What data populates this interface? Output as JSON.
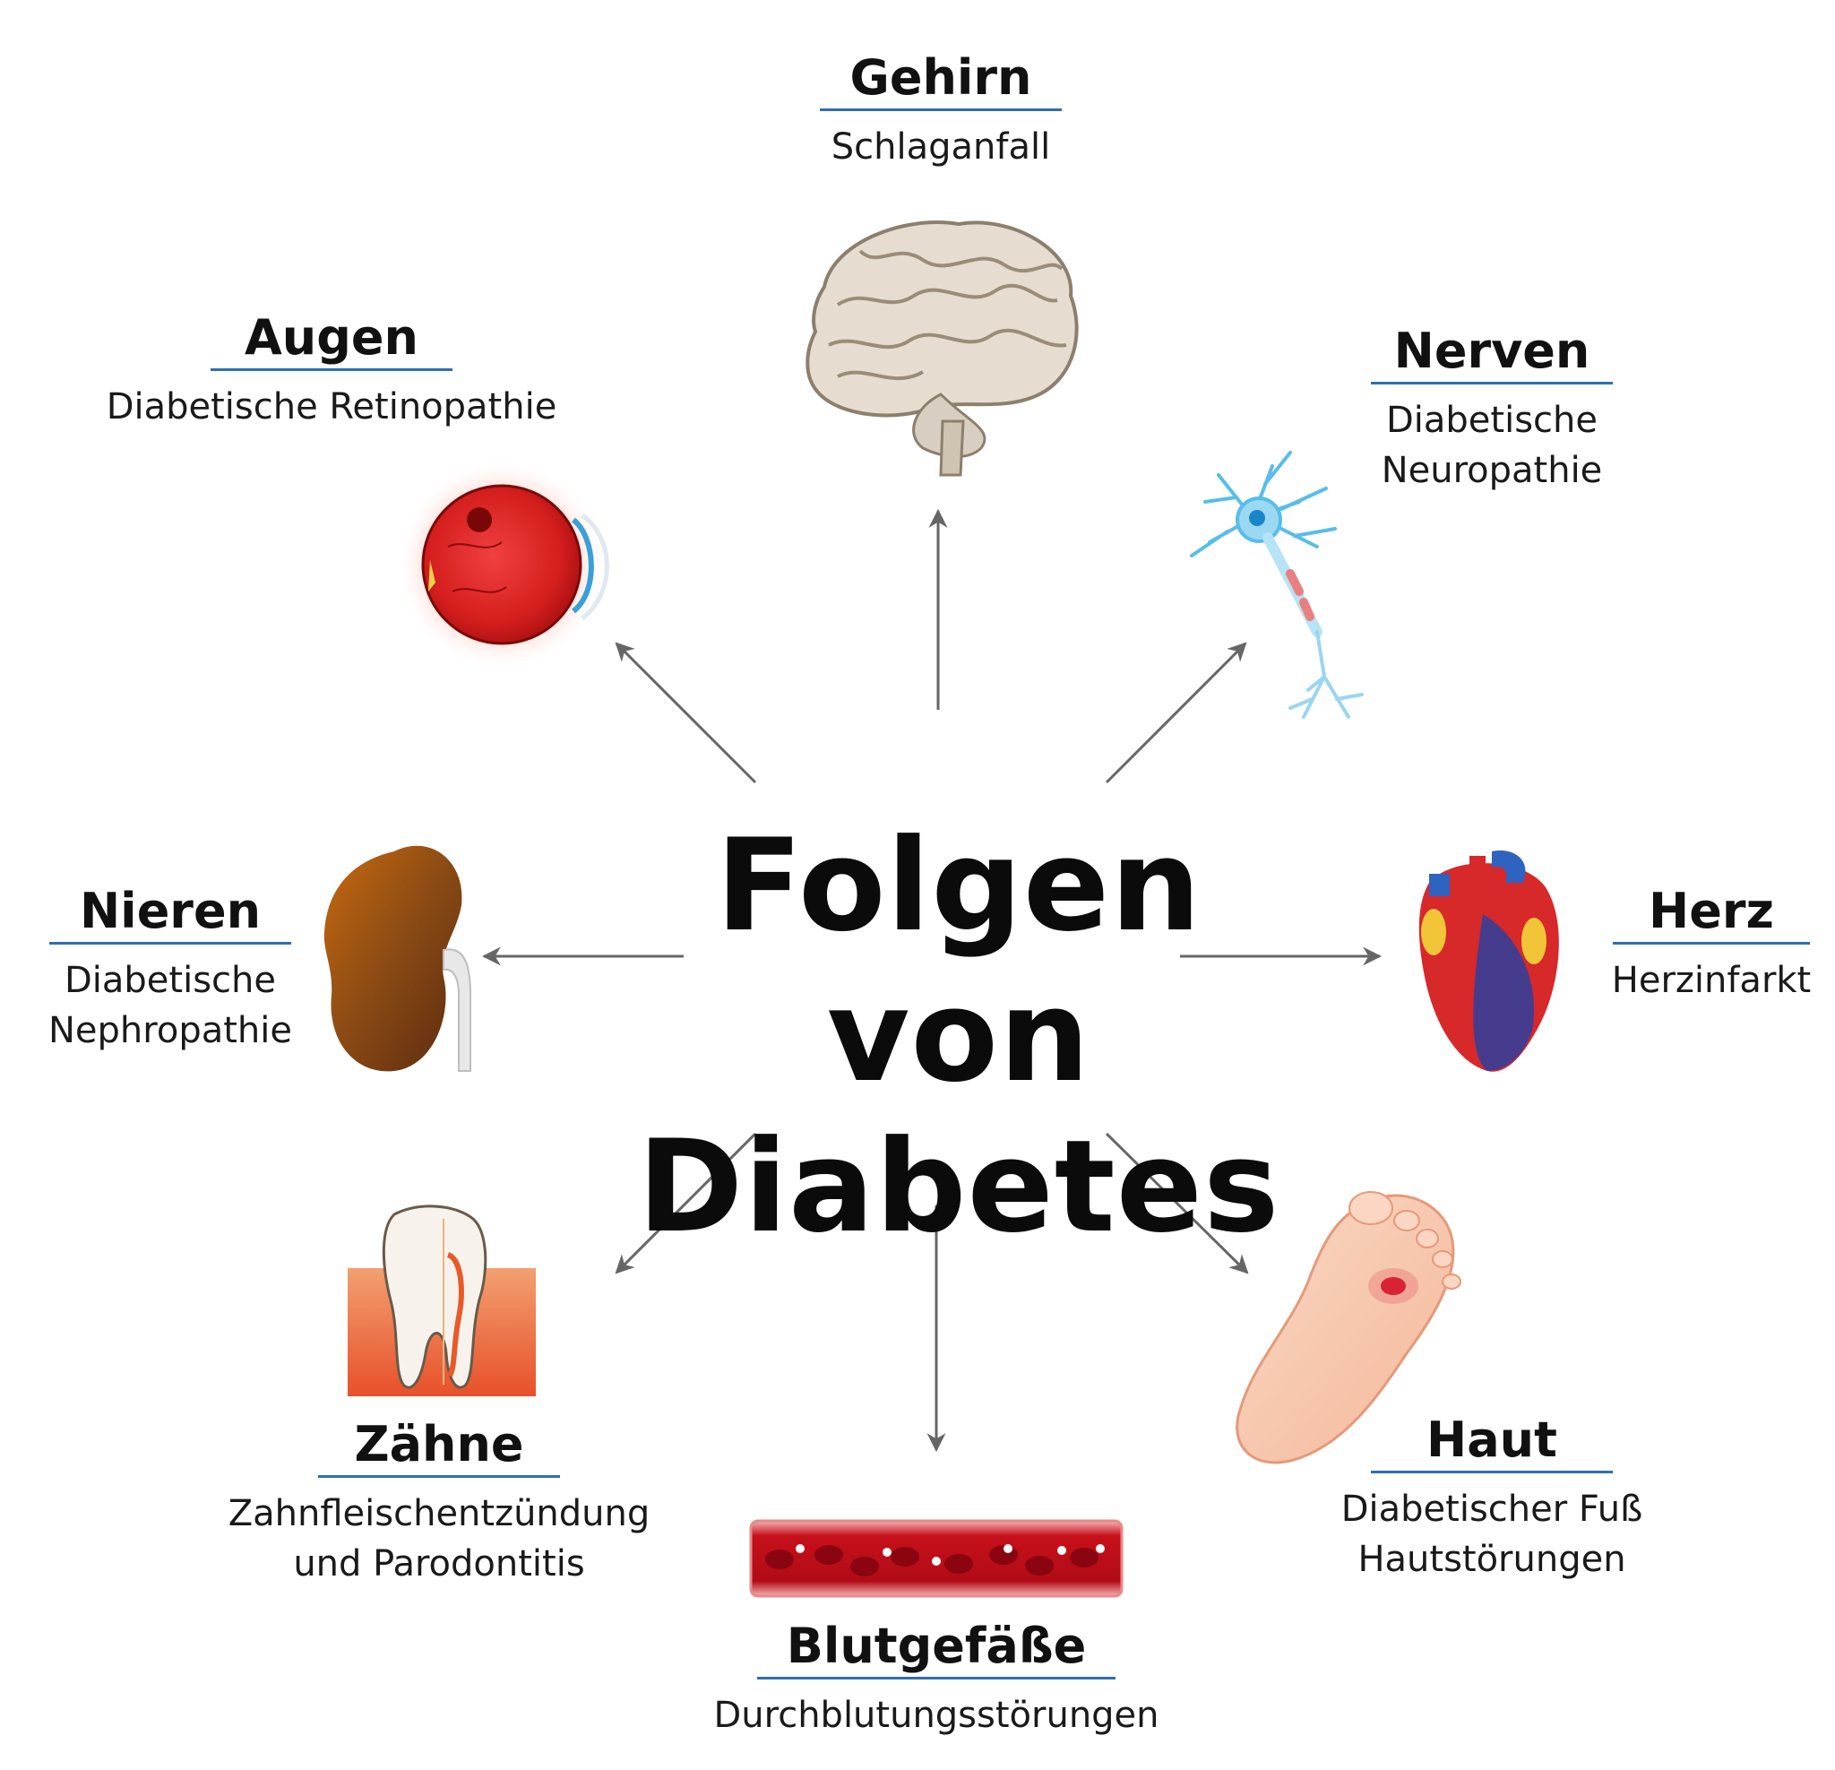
{
  "center_title": {
    "line1": "Folgen von",
    "line2": "Diabetes"
  },
  "nodes": {
    "gehirn": {
      "title": "Gehirn",
      "lines": [
        "Schlaganfall"
      ],
      "icon": "brain-icon"
    },
    "nerven": {
      "title": "Nerven",
      "lines": [
        "Diabetische",
        "Neuropathie"
      ],
      "icon": "neuron-icon"
    },
    "herz": {
      "title": "Herz",
      "lines": [
        "Herzinfarkt"
      ],
      "icon": "heart-icon"
    },
    "haut": {
      "title": "Haut",
      "lines": [
        "Diabetischer Fuß",
        "Hautstörungen"
      ],
      "icon": "foot-icon"
    },
    "blutgefaesse": {
      "title": "Blutgefäße",
      "lines": [
        "Durchblutungsstörungen"
      ],
      "icon": "blood-vessel-icon"
    },
    "zaehne": {
      "title": "Zähne",
      "lines": [
        "Zahnfleischentzündung",
        "und Parodontitis"
      ],
      "icon": "tooth-icon"
    },
    "nieren": {
      "title": "Nieren",
      "lines": [
        "Diabetische",
        "Nephropathie"
      ],
      "icon": "kidney-icon"
    },
    "augen": {
      "title": "Augen",
      "lines": [
        "Diabetische Retinopathie"
      ],
      "icon": "eye-icon"
    }
  },
  "colors": {
    "rule": "#2e6fb0",
    "arrow": "#666666",
    "text": "#111111"
  }
}
